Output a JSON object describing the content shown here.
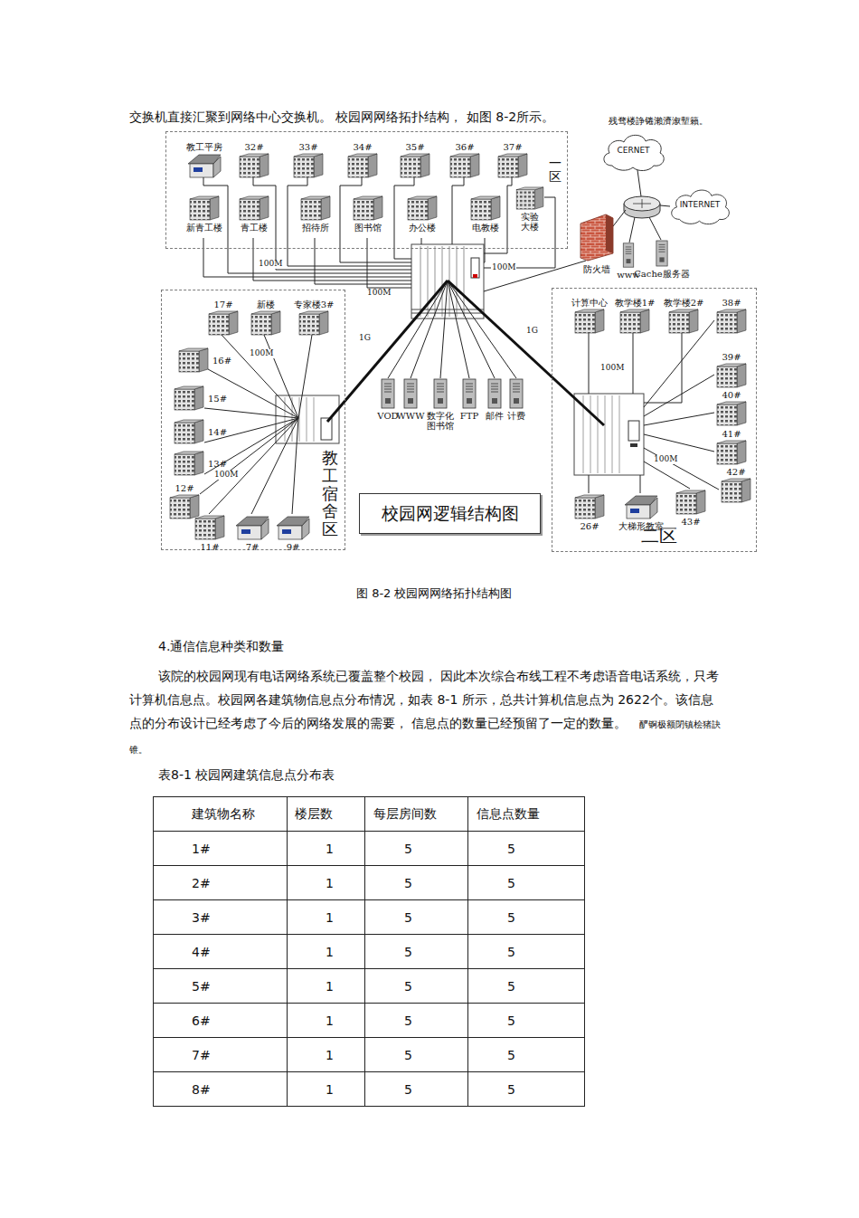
{
  "diagram": {
    "caption": "图 8-2 校园网网络拓扑结构图",
    "nodes": [
      {
        "text": [
          "一区"
        ]
      },
      {
        "text": [
          "教工平房"
        ],
        "in": 0
      },
      {
        "text": [
          "32#"
        ],
        "in": 0
      },
      {
        "text": [
          "33#"
        ],
        "in": 0
      },
      {
        "text": [
          "34#"
        ],
        "in": 0
      },
      {
        "text": [
          "35#"
        ],
        "in": 0
      },
      {
        "text": [
          "36#"
        ],
        "in": 0
      },
      {
        "text": [
          "37#"
        ],
        "in": 0
      },
      {
        "text": [
          "新青工楼"
        ],
        "in": 0
      },
      {
        "text": [
          "青工楼"
        ],
        "in": 0
      },
      {
        "text": [
          "招待所"
        ],
        "in": 0
      },
      {
        "text": [
          "图书馆"
        ],
        "in": 0
      },
      {
        "text": [
          "办公楼"
        ],
        "in": 0
      },
      {
        "text": [
          "电教楼"
        ],
        "in": 0
      },
      {
        "text": [
          "实验 大楼"
        ],
        "in": 0
      },
      {
        "text": [
          "CERNET"
        ]
      },
      {
        "text": [
          "INTERNET"
        ]
      },
      {
        "text": [
          "防火墙"
        ]
      },
      {
        "text": [
          "www"
        ]
      },
      {
        "text": [
          "Cache服务器"
        ]
      },
      {
        "text": [
          "教工宿舍区"
        ]
      },
      {
        "text": [
          "17#"
        ],
        "in": 20
      },
      {
        "text": [
          "新楼"
        ],
        "in": 20
      },
      {
        "text": [
          "专家楼3#"
        ],
        "in": 20
      },
      {
        "text": [
          "16#"
        ],
        "in": 20
      },
      {
        "text": [
          "15#"
        ],
        "in": 20
      },
      {
        "text": [
          "14#"
        ],
        "in": 20
      },
      {
        "text": [
          "13#"
        ],
        "in": 20
      },
      {
        "text": [
          "12#"
        ],
        "in": 20
      },
      {
        "text": [
          "11#"
        ],
        "in": 20
      },
      {
        "text": [
          "7#"
        ],
        "in": 20
      },
      {
        "text": [
          "9#"
        ],
        "in": 20
      },
      {
        "text": [
          "VOD"
        ]
      },
      {
        "text": [
          "WWW"
        ]
      },
      {
        "text": [
          "数字化 图书馆"
        ]
      },
      {
        "text": [
          "FTP"
        ]
      },
      {
        "text": [
          "邮件"
        ]
      },
      {
        "text": [
          "计费"
        ]
      },
      {
        "text": [
          "二区"
        ]
      },
      {
        "text": [
          "计算中心"
        ],
        "in": 38
      },
      {
        "text": [
          "教学楼1#"
        ],
        "in": 38
      },
      {
        "text": [
          "教学楼2#"
        ],
        "in": 38
      },
      {
        "text": [
          "38#"
        ],
        "in": 38
      },
      {
        "text": [
          "39#"
        ],
        "in": 38
      },
      {
        "text": [
          "40#"
        ],
        "in": 38
      },
      {
        "text": [
          "41#"
        ],
        "in": 38
      },
      {
        "text": [
          "42#"
        ],
        "in": 38
      },
      {
        "text": [
          "26#"
        ],
        "in": 38
      },
      {
        "text": [
          "大梯形教室"
        ],
        "in": 38
      },
      {
        "text": [
          "43#"
        ],
        "in": 38
      },
      {
        "text": [
          "校园网逻辑结构图"
        ]
      }
    ],
    "labels": [
      "交换机直接汇聚到网络中心交换机。 校园网网络拓扑结构， 如图 8-2所示。",
      "残骛楼諍锩瀨濟溆塹籟。",
      "100M",
      "100M",
      "100M",
      "1G",
      "1G",
      "100M",
      "100M",
      "100M",
      "100M",
      "4.通信信息种类和数量",
      "该院的校园网现有电话网络系统已覆盖整个校园， 因此本次综合布线工程不考虑语音电话系统，只考计算机信息点。校园网各建筑物信息点分布情况，如表 8-1 所示，总共计算机信息点为 2622个。该信息点的分布设计已经考虑了今后的网络发展的需要， 信息点的数量已经预留了一定的数量。",
      "酽锕极额閉镇桧猪訣锥。",
      "表8-1 校园网建筑信息点分布表",
      "建筑物名称",
      "楼层数",
      "每层房间数",
      "信息点数量",
      "1#",
      "1",
      "5",
      "5",
      "2#",
      "1",
      "5",
      "5",
      "3#",
      "1",
      "5",
      "5",
      "4#",
      "1",
      "5",
      "5",
      "5#",
      "1",
      "5",
      "5",
      "6#",
      "1",
      "5",
      "5",
      "7#",
      "1",
      "5",
      "5",
      "8#",
      "1",
      "5",
      "5"
    ]
  }
}
